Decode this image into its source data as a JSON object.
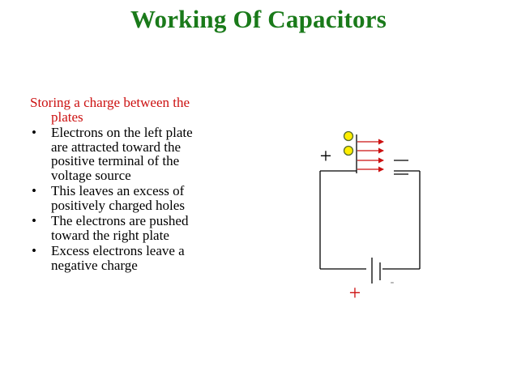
{
  "title": "Working Of Capacitors",
  "colors": {
    "title": "#1a7a1a",
    "intro_text": "#cc1111",
    "body_text": "#000000",
    "wire": "#000000",
    "arrow": "#cc1111",
    "electron_fill": "#ffee00",
    "electron_stroke": "#556b2f",
    "battery_plus": "#cc1111"
  },
  "intro": {
    "line1": "Storing a charge between the",
    "line2": "plates"
  },
  "bullets": [
    {
      "line1": "Electrons on the left plate",
      "line2": "are attracted toward the",
      "line3": "positive terminal of the",
      "line4": "voltage source"
    },
    {
      "line1": "This leaves an excess of",
      "line2": "positively charged holes"
    },
    {
      "line1": "The electrons are pushed",
      "line2": "toward the right plate"
    },
    {
      "line1": "Excess electrons leave a",
      "line2": "negative charge"
    }
  ],
  "bullet_symbol": "•",
  "diagram": {
    "capacitor_plus": "+",
    "battery_plus": "+",
    "battery_minus": "-",
    "electron_count": 2,
    "arrow_count": 4
  }
}
